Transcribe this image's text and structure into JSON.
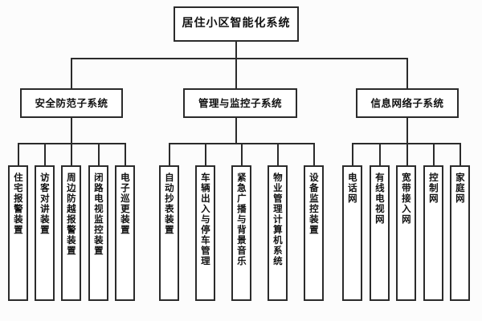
{
  "diagram": {
    "type": "organizational-hierarchy-tree",
    "title_text": "居住小区智能化系统",
    "orientation": "top-down",
    "colors": {
      "background": "#fcfcfc",
      "box_fill": "#ffffff",
      "box_border": "#2b2b2b",
      "text": "#111111",
      "connector": "#2b2b2b"
    },
    "root": {
      "label": "居住小区智能化系统"
    },
    "branches": [
      {
        "label": "安全防范子系统",
        "leaves": [
          {
            "label": "住宅报警装置"
          },
          {
            "label": "访客对讲装置"
          },
          {
            "label": "周边防越报警装置"
          },
          {
            "label": "闭路电视监控装置"
          },
          {
            "label": "电子巡更装置"
          }
        ]
      },
      {
        "label": "管理与监控子系统",
        "leaves": [
          {
            "label": "自动抄表装置"
          },
          {
            "label": "车辆出入与停车管理"
          },
          {
            "label": "紧急广播与背景音乐"
          },
          {
            "label": "物业管理计算机系统"
          },
          {
            "label": "设备监控装置"
          }
        ]
      },
      {
        "label": "信息网络子系统",
        "leaves": [
          {
            "label": "电话网"
          },
          {
            "label": "有线电视网"
          },
          {
            "label": "宽带接入网"
          },
          {
            "label": "控制网"
          },
          {
            "label": "家庭网"
          }
        ]
      }
    ]
  }
}
